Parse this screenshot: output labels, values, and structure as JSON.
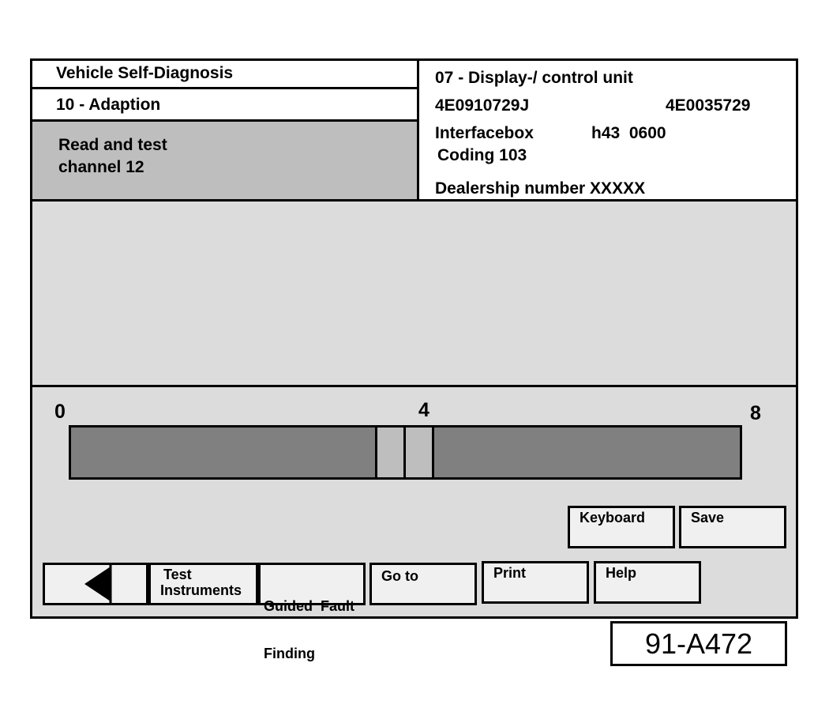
{
  "header": {
    "app_title": "Vehicle Self-Diagnosis",
    "function": "10 - Adaption",
    "step_line1": "Read and test",
    "step_line2": "channel 12",
    "control_unit": "07 - Display-/ control unit",
    "part_number": "4E0910729J",
    "part_number_2": "4E0035729",
    "interface_label": "Interfacebox",
    "interface_value": "h43  0600",
    "coding": "Coding 103",
    "dealership": "Dealership number XXXXX"
  },
  "scale": {
    "min_label": "0",
    "mid_label": "4",
    "max_label": "8",
    "min": 0,
    "max": 8,
    "value": 4
  },
  "buttons": {
    "keyboard": "Keyboard",
    "save": "Save",
    "test_instruments_1": "Test",
    "test_instruments_2": "Instruments",
    "guided_fault_1": "Guided  Fault",
    "guided_fault_2": "Finding",
    "go_to": "Go to",
    "print": "Print",
    "help": "Help"
  },
  "figure_id": "91-A472",
  "colors": {
    "screen_bg": "#dcdcdc",
    "header_grey": "#bebebe",
    "bar_fill": "#808080",
    "button_bg": "#f0f0f0"
  }
}
